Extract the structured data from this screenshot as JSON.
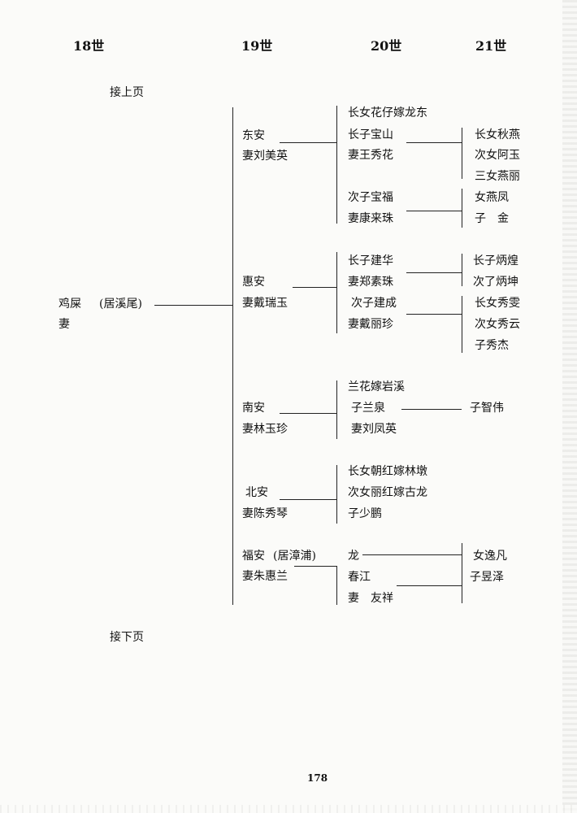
{
  "headers": {
    "g18": "18世",
    "g19": "19世",
    "g20": "20世",
    "g21": "21世"
  },
  "notes": {
    "continued_from": "接上页",
    "continued_to": "接下页"
  },
  "root": {
    "name": "鸡屎",
    "residence": "(居溪尾)",
    "spouse": "妻"
  },
  "branches": {
    "dongan": {
      "name": "东安",
      "spouse": "妻刘美英",
      "gen20": [
        "长女花仔嫁龙东",
        "长子宝山",
        "妻王秀花",
        "次子宝福",
        "妻康来珠"
      ],
      "gen21": [
        "长女秋燕",
        "次女阿玉",
        "三女燕丽",
        "女燕凤",
        "子　金"
      ]
    },
    "huian": {
      "name": "惠安",
      "spouse": "妻戴瑞玉",
      "gen20": [
        "长子建华",
        "妻郑素珠",
        "次子建成",
        "妻戴丽珍"
      ],
      "gen21": [
        "长子炳煌",
        "次了炳坤",
        "长女秀雯",
        "次女秀云",
        "子秀杰"
      ]
    },
    "nanan": {
      "name": "南安",
      "spouse": "妻林玉珍",
      "gen20": [
        "兰花嫁岩溪",
        "子兰泉",
        "妻刘凤英"
      ],
      "gen21": [
        "子智伟"
      ]
    },
    "beian": {
      "name": "北安",
      "spouse": "妻陈秀琴",
      "gen20": [
        "长女朝红嫁林墩",
        "次女丽红嫁古龙",
        "子少鹏"
      ]
    },
    "fuan": {
      "name": "福安",
      "residence": "(居漳浦)",
      "spouse": "妻朱惠兰",
      "gen20": [
        "龙",
        "春江",
        "妻　友祥"
      ],
      "gen21": [
        "女逸凡",
        "子昱泽"
      ]
    }
  },
  "page_number": "178"
}
